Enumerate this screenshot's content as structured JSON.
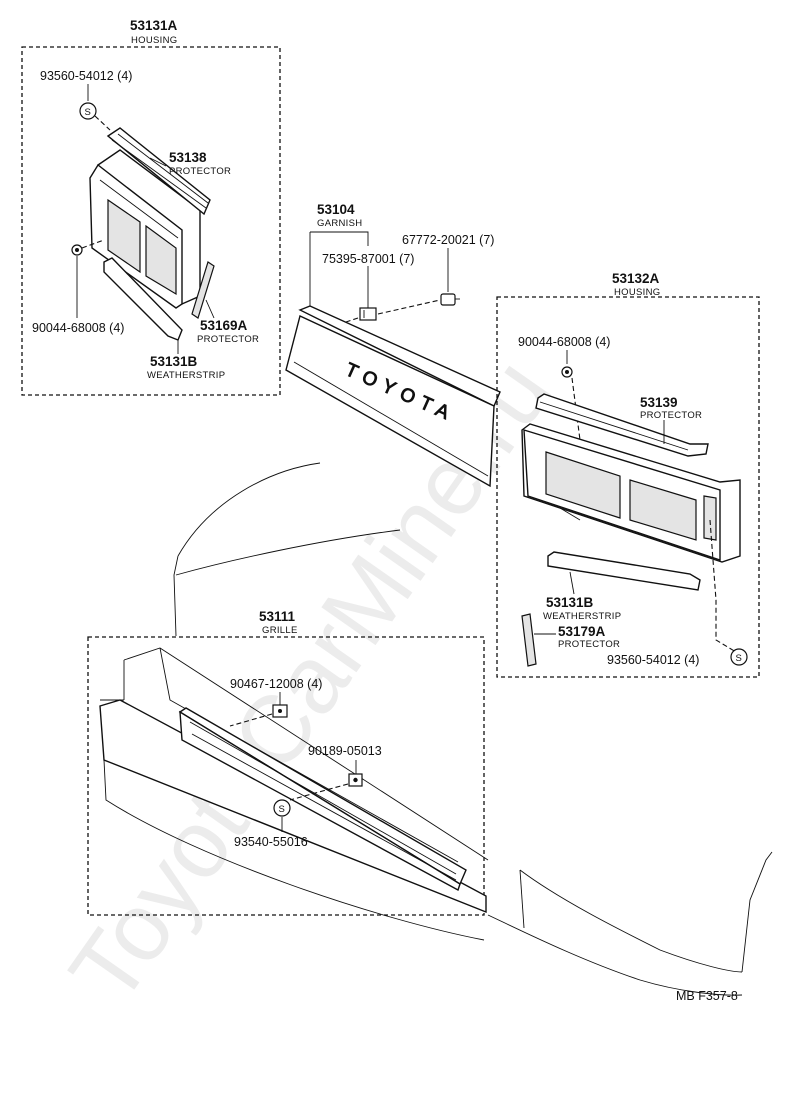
{
  "watermark": "ToyotaCarMine.ru",
  "figure_code": "MB  F357-8",
  "groups": {
    "housing_left": {
      "part_no": "53131A",
      "name": "HOUSING"
    },
    "garnish": {
      "part_no": "53104",
      "name": "GARNISH"
    },
    "housing_right": {
      "part_no": "53132A",
      "name": "HOUSING"
    },
    "grille": {
      "part_no": "53111",
      "name": "GRILLE"
    }
  },
  "parts": {
    "screw_left_top": {
      "part_no": "93560-54012 (4)"
    },
    "protector_53138": {
      "part_no": "53138",
      "name": "PROTECTOR"
    },
    "nut_left": {
      "part_no": "90044-68008 (4)"
    },
    "protector_53169a": {
      "part_no": "53169A",
      "name": "PROTECTOR"
    },
    "weatherstrip_left": {
      "part_no": "53131B",
      "name": "WEATHERSTRIP"
    },
    "clip_67772": {
      "part_no": "67772-20021 (7)"
    },
    "clip_75395": {
      "part_no": "75395-87001 (7)"
    },
    "emblem_text": "TOYOTA",
    "nut_right": {
      "part_no": "90044-68008 (4)"
    },
    "protector_53139": {
      "part_no": "53139",
      "name": "PROTECTOR"
    },
    "weatherstrip_right": {
      "part_no": "53131B",
      "name": "WEATHERSTRIP"
    },
    "protector_53179a": {
      "part_no": "53179A",
      "name": "PROTECTOR"
    },
    "screw_right": {
      "part_no": "93560-54012 (4)"
    },
    "clip_90467": {
      "part_no": "90467-12008 (4)"
    },
    "nut_90189": {
      "part_no": "90189-05013"
    },
    "screw_93540": {
      "part_no": "93540-55016"
    },
    "screw_symbol": "S"
  }
}
